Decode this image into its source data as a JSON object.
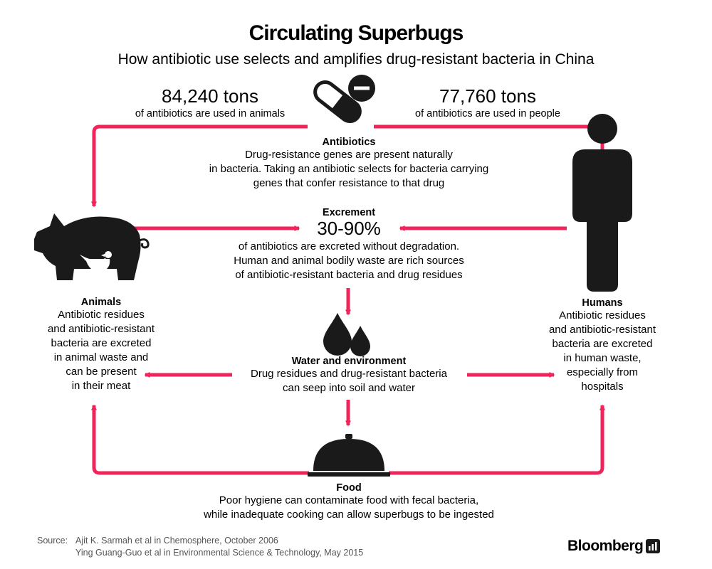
{
  "title": "Circulating Superbugs",
  "subtitle": "How antibiotic use selects and amplifies drug-resistant bacteria in China",
  "animals_usage": {
    "amount": "84,240 tons",
    "label": "of antibiotics are used in animals"
  },
  "people_usage": {
    "amount": "77,760 tons",
    "label": "of antibiotics are used in people"
  },
  "antibiotics": {
    "heading": "Antibiotics",
    "lines": [
      "Drug-resistance genes are present naturally",
      "in bacteria. Taking an antibiotic selects for bacteria carrying",
      "genes that confer resistance to that drug"
    ]
  },
  "excrement": {
    "heading": "Excrement",
    "value": "30-90%",
    "lines": [
      "of antibiotics are excreted without degradation.",
      "Human and animal bodily waste are rich sources",
      "of antibiotic-resistant bacteria and drug residues"
    ]
  },
  "animals": {
    "heading": "Animals",
    "lines": [
      "Antibiotic residues",
      "and antibiotic-resistant",
      "bacteria are excreted",
      "in animal waste and",
      "can be present",
      "in their meat"
    ]
  },
  "humans": {
    "heading": "Humans",
    "lines": [
      "Antibiotic residues",
      "and antibiotic-resistant",
      "bacteria are excreted",
      "in human waste,",
      "especially from",
      "hospitals"
    ]
  },
  "water": {
    "heading": "Water and environment",
    "lines": [
      "Drug residues and drug-resistant bacteria",
      "can seep into soil and water"
    ]
  },
  "food": {
    "heading": "Food",
    "lines": [
      "Poor hygiene can contaminate food with fecal bacteria,",
      "while inadequate cooking can allow superbugs to be ingested"
    ]
  },
  "source": {
    "label": "Source:",
    "lines": [
      "Ajit K. Sarmah et al in Chemosphere, October 2006",
      "Ying Guang-Guo et al in Environmental Science & Technology, May 2015"
    ]
  },
  "brand": "Bloomberg",
  "colors": {
    "arrow": "#f0245a",
    "icon": "#1a1a1a",
    "text": "#000000",
    "source": "#555555"
  },
  "icons": [
    "pill-icon",
    "minus-icon",
    "person-icon",
    "pig-icon",
    "chicken-icon",
    "droplets-icon",
    "cloche-icon",
    "bloomberg-logo-icon"
  ]
}
